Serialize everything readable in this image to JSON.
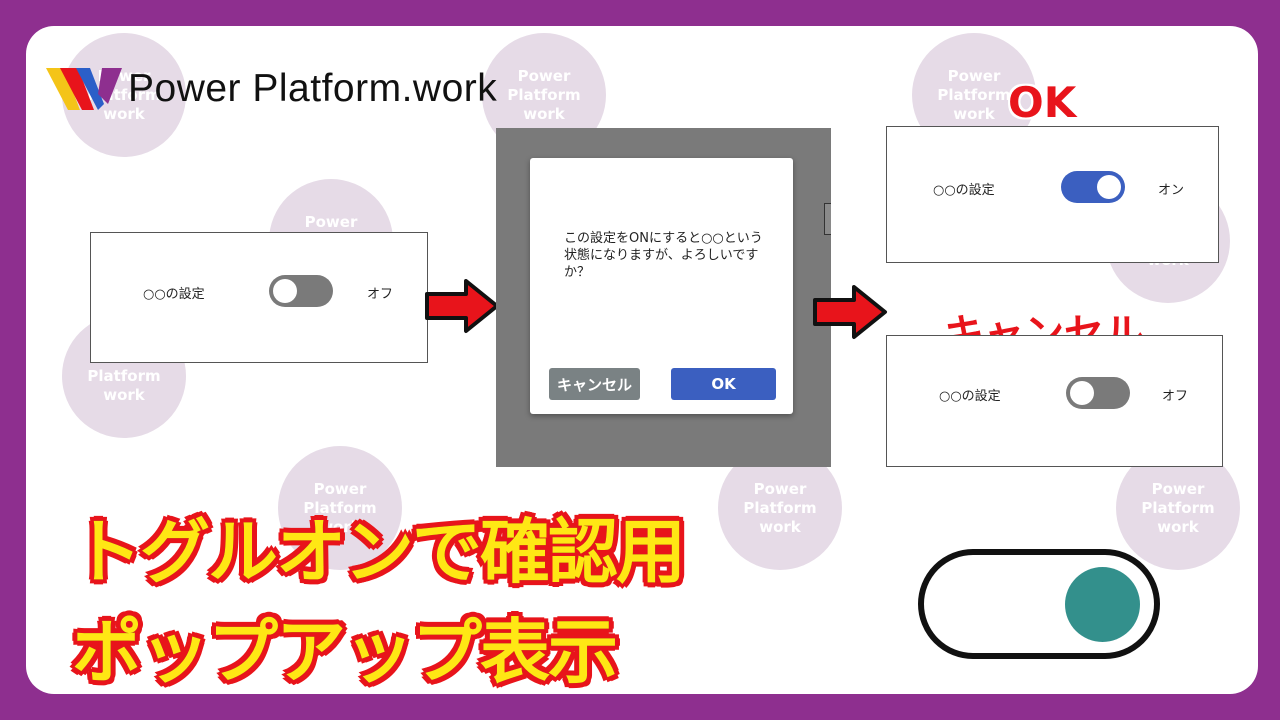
{
  "brand": {
    "title": "Power Platform.work",
    "watermark_lines": [
      "Power",
      "Platform",
      "work"
    ]
  },
  "before_panel": {
    "setting_label": "○○の設定",
    "toggle_state": "off",
    "state_text": "オフ"
  },
  "dialog": {
    "message": "この設定をONにすると○○という状態になりますが、よろしいですか？",
    "cancel_label": "キャンセル",
    "ok_label": "OK"
  },
  "result_ok": {
    "caption": "OK",
    "setting_label": "○○の設定",
    "toggle_state": "on",
    "state_text": "オン"
  },
  "result_cancel": {
    "caption": "キャンセル",
    "setting_label": "○○の設定",
    "toggle_state": "off",
    "state_text": "オフ"
  },
  "headline": {
    "line1": "トグルオンで確認用",
    "line2": "ポップアップ表示"
  },
  "colors": {
    "frame": "#8e2f8f",
    "toggle_on": "#3b5fc0",
    "toggle_off": "#7a7a7a",
    "ok_button": "#3b5fc0",
    "cancel_button": "#7a8284",
    "arrow_red": "#e8141b",
    "big_knob": "#33908c"
  },
  "icons": {
    "logo": "power-platform-logo-icon",
    "arrow": "right-arrow-icon"
  }
}
